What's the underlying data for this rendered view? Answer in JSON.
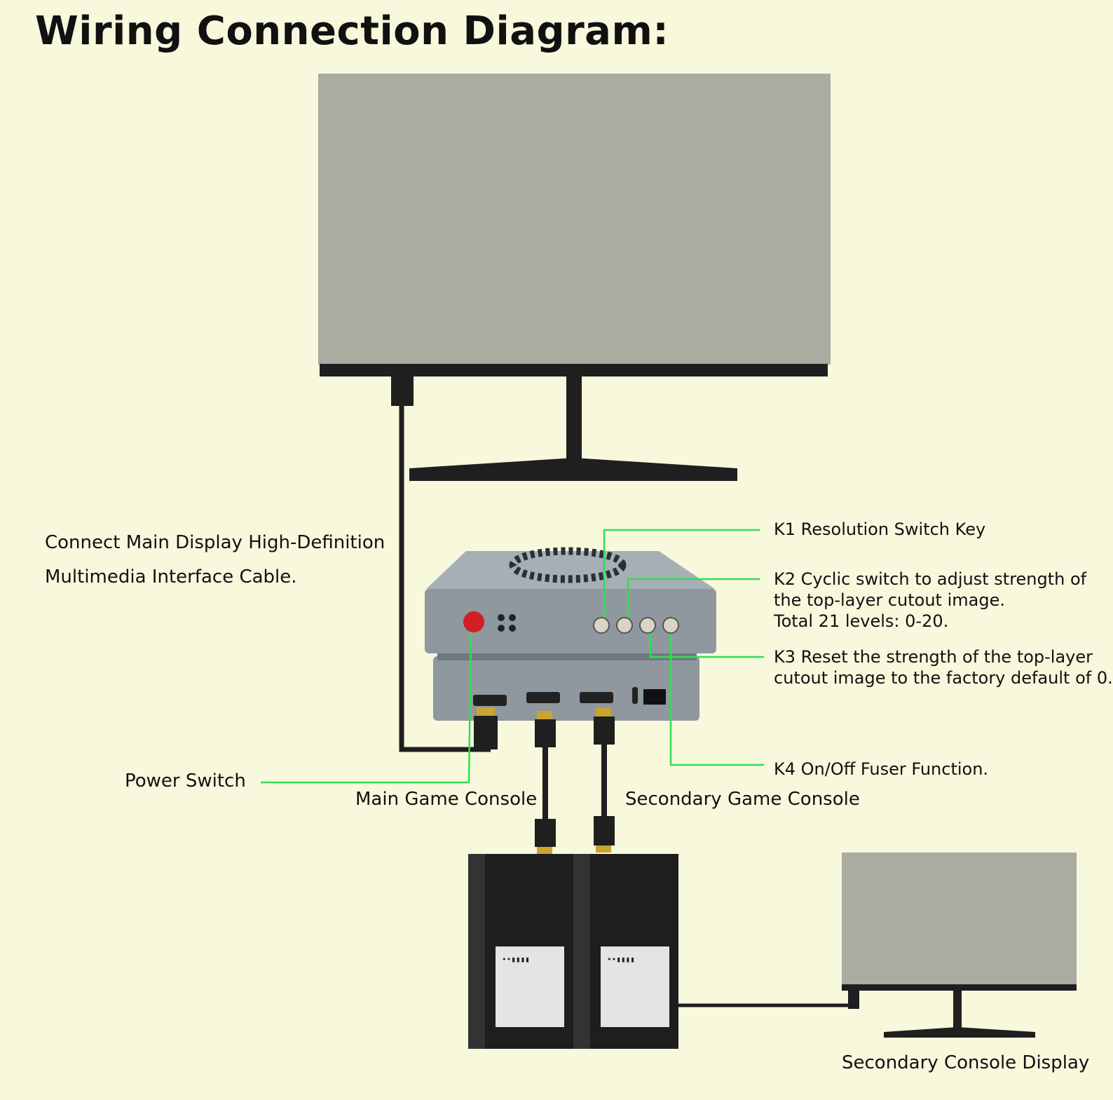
{
  "title": "Wiring Connection Diagram:",
  "labels": {
    "main_cable": [
      "Connect Main Display High-Definition",
      "Multimedia Interface Cable."
    ],
    "k1": "K1 Resolution Switch Key",
    "k2": [
      "K2 Cyclic switch to adjust strength of",
      "the top-layer cutout image.",
      "Total 21 levels: 0-20."
    ],
    "k3": [
      "K3 Reset the strength of the top-layer",
      "cutout image to the factory default of 0."
    ],
    "k4": "K4 On/Off Fuser Function.",
    "power_switch": "Power Switch",
    "main_console": "Main Game Console",
    "secondary_console": "Secondary Game Console",
    "secondary_display": "Secondary Console Display"
  },
  "colors": {
    "background": "#f7f8dc",
    "screen": "#a9aca0",
    "bezel": "#1f1f1f",
    "device": "#8f989f",
    "leader": "#33dd55",
    "power_button": "#d41e26"
  }
}
